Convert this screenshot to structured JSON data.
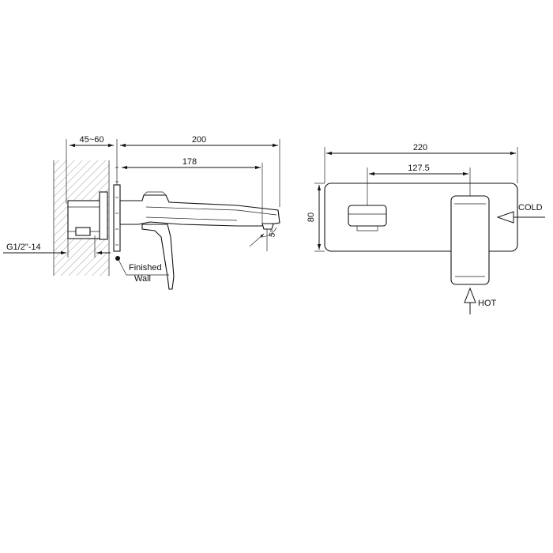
{
  "dimensions": {
    "wall_range": "45~60",
    "total_length": "200",
    "spout_length": "178",
    "thread": "G1/2\"-14",
    "angle": "5°",
    "plate_width": "220",
    "handle_spacing": "127.5",
    "plate_height": "80"
  },
  "labels": {
    "finished": "Finished",
    "wall": "Wall",
    "cold": "COLD",
    "hot": "HOT"
  },
  "colors": {
    "line": "#111111",
    "background": "#ffffff",
    "hatch": "#888888"
  },
  "icons": [
    "arrow-left-icon",
    "arrow-up-icon",
    "wall-hatch",
    "dot-marker"
  ]
}
